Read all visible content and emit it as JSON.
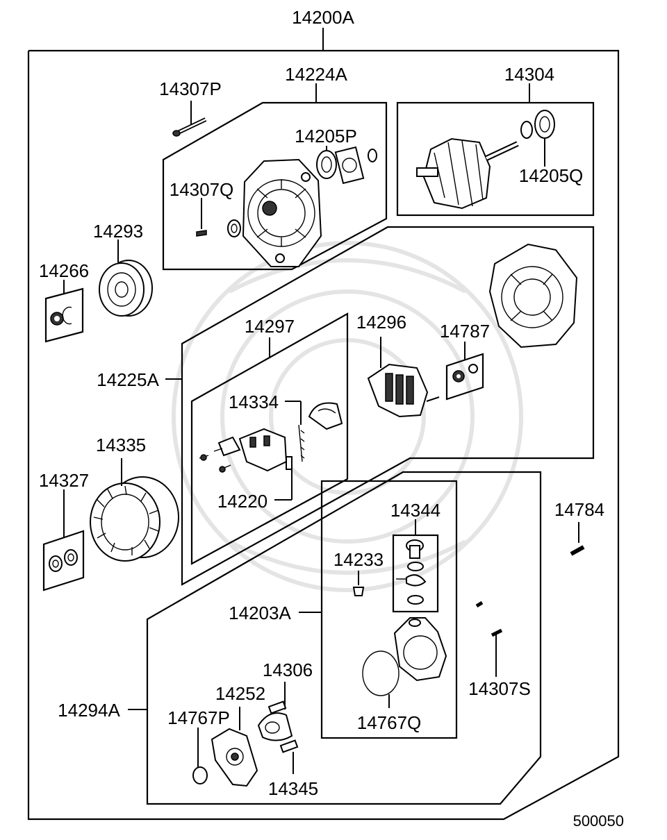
{
  "diagram": {
    "assembly_label": "14200A",
    "drawing_number": "500050",
    "parts": [
      {
        "id": "p-14307P",
        "label": "14307P"
      },
      {
        "id": "p-14224A",
        "label": "14224A"
      },
      {
        "id": "p-14205P",
        "label": "14205P"
      },
      {
        "id": "p-14304",
        "label": "14304"
      },
      {
        "id": "p-14205Q",
        "label": "14205Q"
      },
      {
        "id": "p-14307Q",
        "label": "14307Q"
      },
      {
        "id": "p-14293",
        "label": "14293"
      },
      {
        "id": "p-14266",
        "label": "14266"
      },
      {
        "id": "p-14297",
        "label": "14297"
      },
      {
        "id": "p-14296",
        "label": "14296"
      },
      {
        "id": "p-14787",
        "label": "14787"
      },
      {
        "id": "p-14225A",
        "label": "14225A"
      },
      {
        "id": "p-14334",
        "label": "14334"
      },
      {
        "id": "p-14335",
        "label": "14335"
      },
      {
        "id": "p-14327",
        "label": "14327"
      },
      {
        "id": "p-14220",
        "label": "14220"
      },
      {
        "id": "p-14344",
        "label": "14344"
      },
      {
        "id": "p-14784",
        "label": "14784"
      },
      {
        "id": "p-14233",
        "label": "14233"
      },
      {
        "id": "p-14203A",
        "label": "14203A"
      },
      {
        "id": "p-14306",
        "label": "14306"
      },
      {
        "id": "p-14307S",
        "label": "14307S"
      },
      {
        "id": "p-14252",
        "label": "14252"
      },
      {
        "id": "p-14294A",
        "label": "14294A"
      },
      {
        "id": "p-14767P",
        "label": "14767P"
      },
      {
        "id": "p-14767Q",
        "label": "14767Q"
      },
      {
        "id": "p-14345",
        "label": "14345"
      }
    ]
  }
}
